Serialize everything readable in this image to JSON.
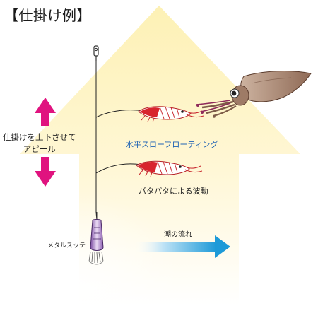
{
  "title": "【仕掛け例】",
  "side_label_line1": "仕掛けを上下させて",
  "side_label_line2": "アピール",
  "jig_upper_label": "水平スローフローティング",
  "jig_lower_label": "パタパタによる波動",
  "sinker_label": "メタルスッテ",
  "current_label": "潮の流れ",
  "colors": {
    "arrow_magenta": "#e0137f",
    "current_blue": "#29a3df",
    "jig_label_blue": "#1f63b4",
    "glow_yellow": "#fff3b8",
    "squid_brown": "#9e7b66",
    "squid_purple": "#8e2a5a",
    "egi_red": "#d8242d"
  }
}
